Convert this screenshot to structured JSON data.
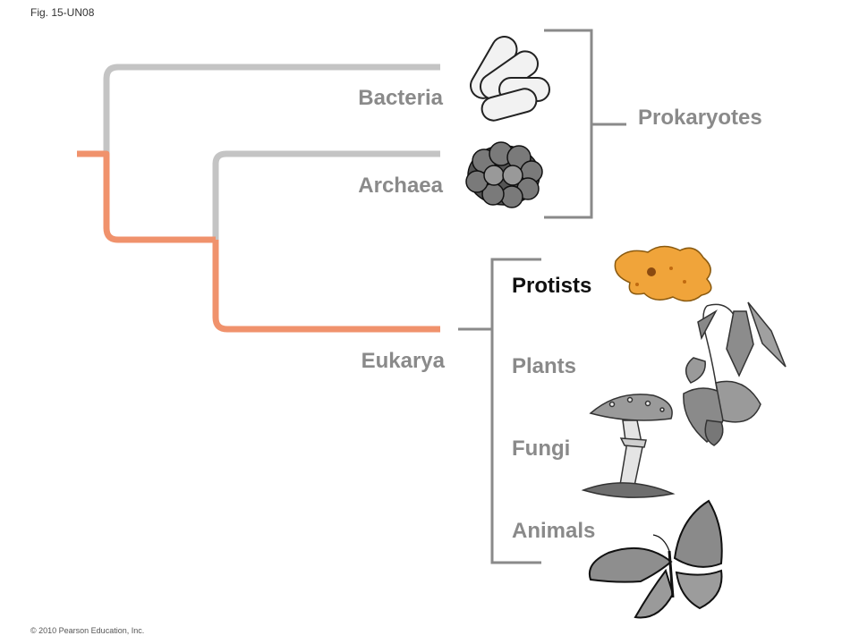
{
  "figure_label": "Fig. 15-UN08",
  "copyright": "© 2010 Pearson Education, Inc.",
  "domains": {
    "bacteria": "Bacteria",
    "archaea": "Archaea",
    "eukarya": "Eukarya"
  },
  "groups": {
    "prokaryotes": "Prokaryotes"
  },
  "kingdoms": {
    "protists": "Protists",
    "plants": "Plants",
    "fungi": "Fungi",
    "animals": "Animals"
  },
  "colors": {
    "gray_branch": "#c4c4c4",
    "orange_branch": "#f0926c",
    "bracket": "#8a8a8a",
    "highlight_label": "#111111",
    "label": "#8a8a8a",
    "protist_fill": "#f0a43a"
  },
  "icons": [
    "bacteria-icon",
    "archaea-icon",
    "protist-icon",
    "plant-icon",
    "mushroom-icon",
    "butterfly-icon"
  ]
}
